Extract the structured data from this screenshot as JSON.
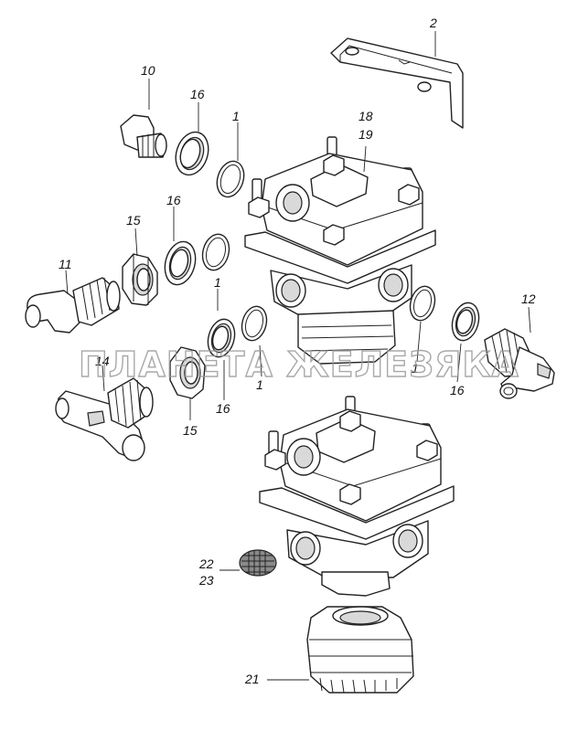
{
  "watermark": "ПЛАНЕТА ЖЕЛЕЗЯКА",
  "callouts": {
    "c1a": "1",
    "c1b": "1",
    "c1c": "1",
    "c1d": "1",
    "c2": "2",
    "c10": "10",
    "c11": "11",
    "c12": "12",
    "c14": "14",
    "c15a": "15",
    "c15b": "15",
    "c16a": "16",
    "c16b": "16",
    "c16c": "16",
    "c16d": "16",
    "c18": "18",
    "c19": "19",
    "c21": "21",
    "c22": "22",
    "c23": "23"
  }
}
